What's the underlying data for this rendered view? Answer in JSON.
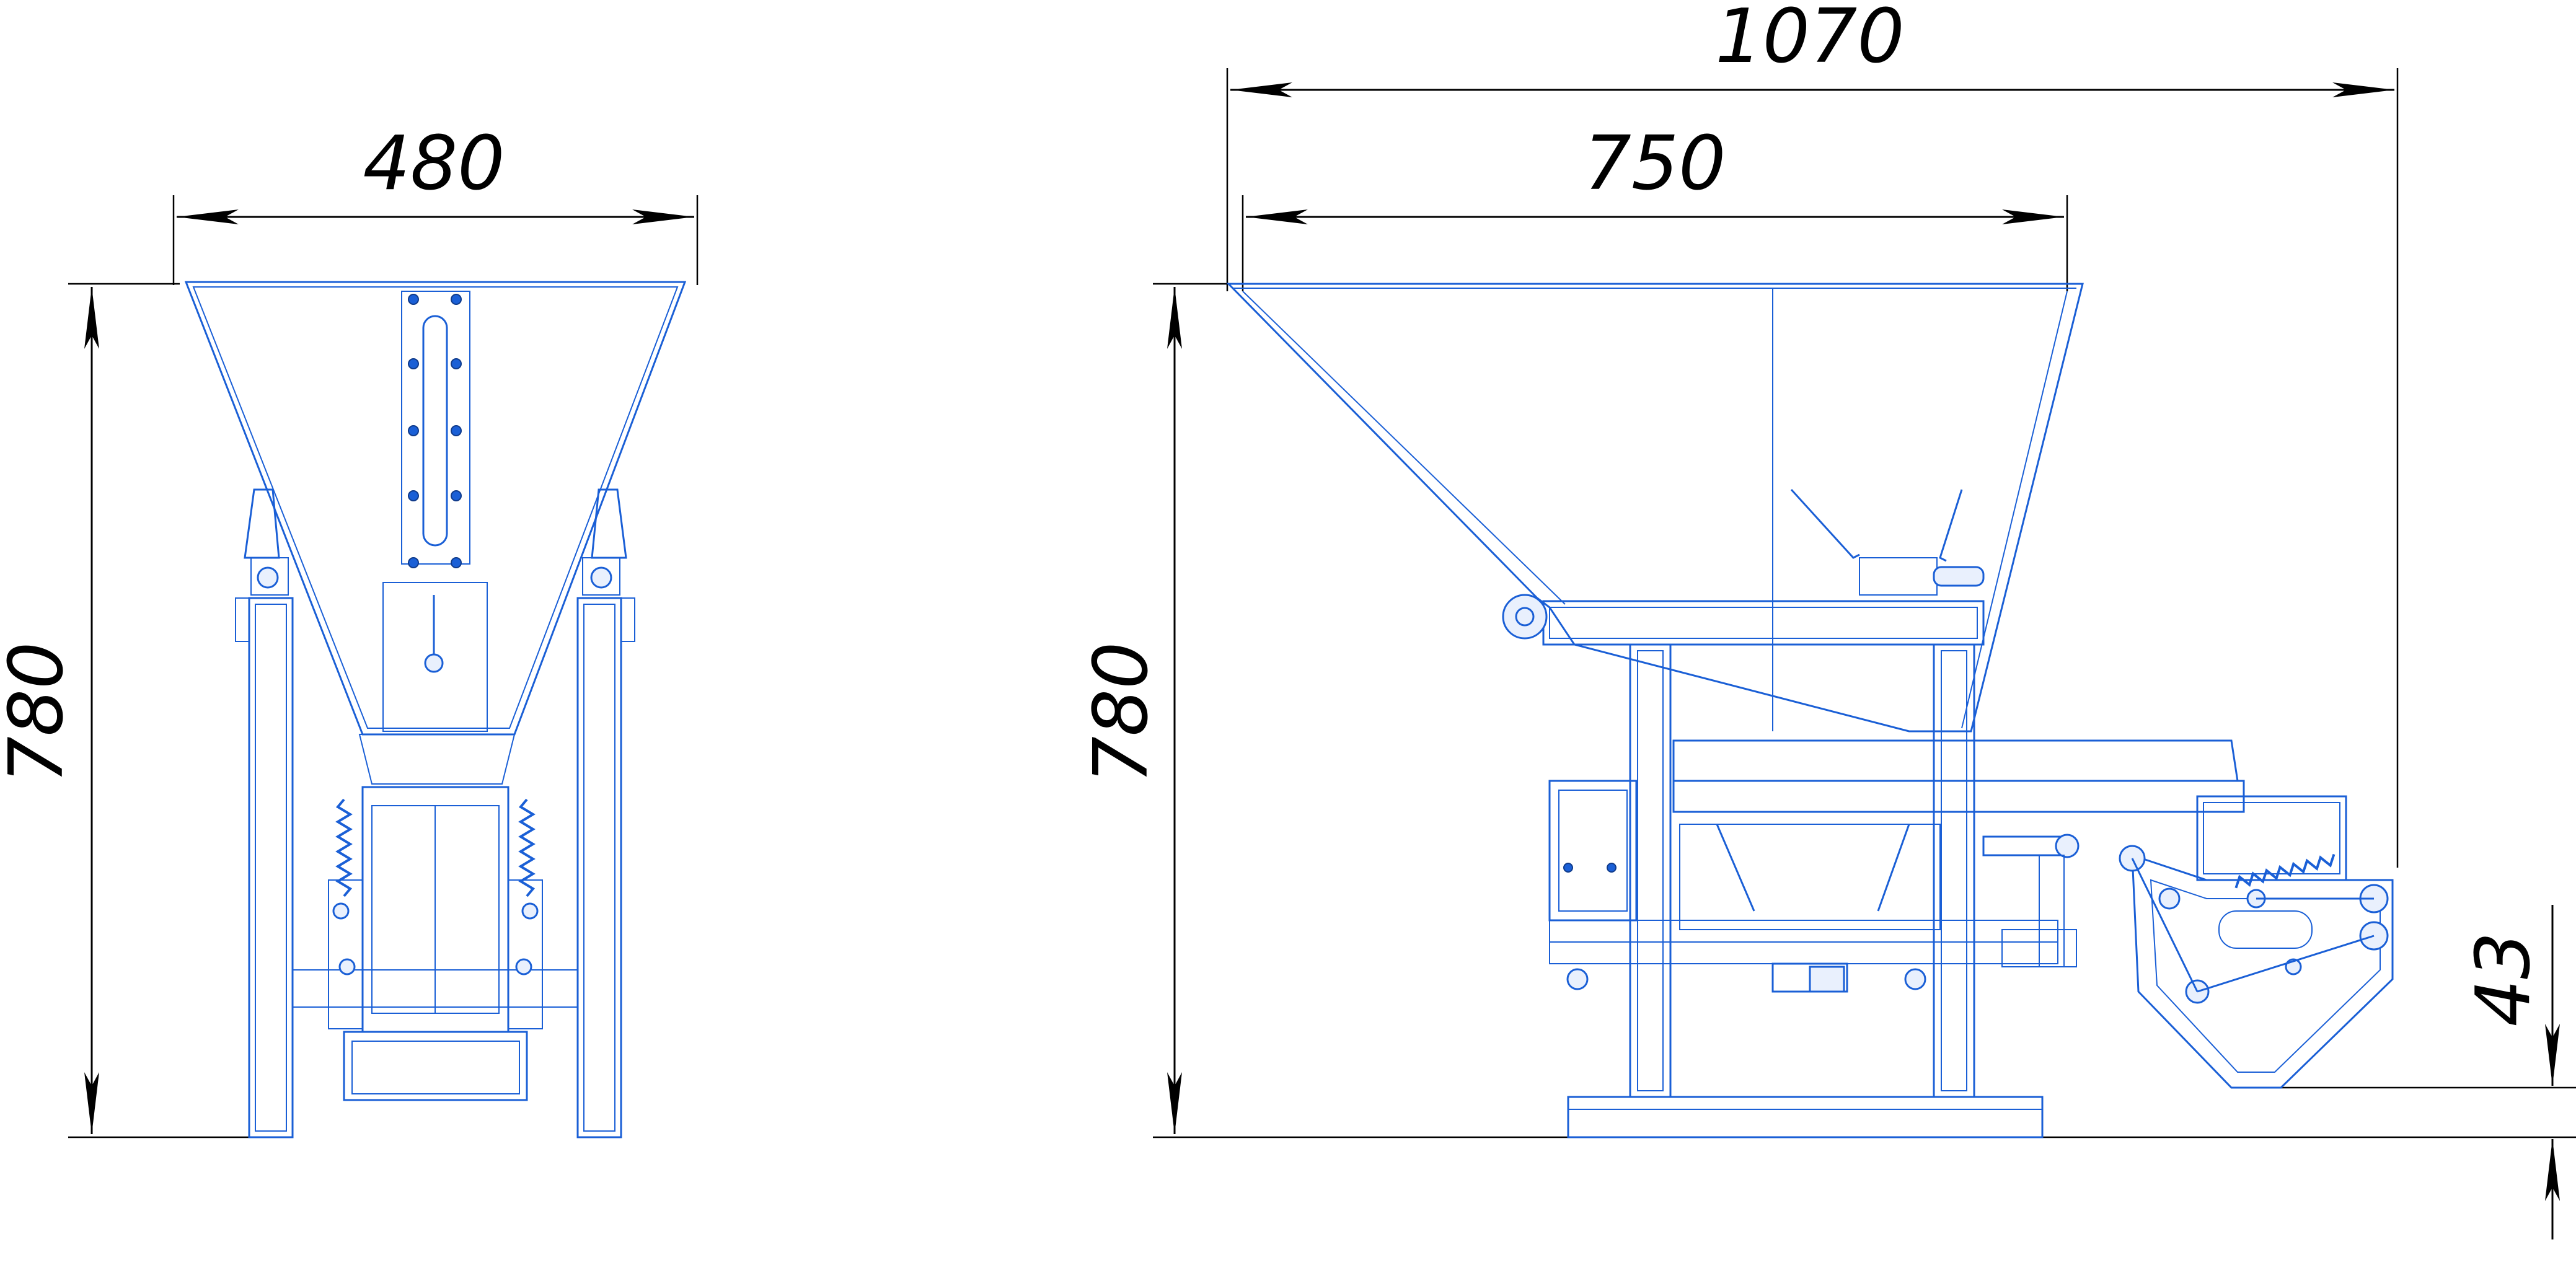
{
  "dimensions": {
    "front_width": "480",
    "front_height": "780",
    "side_overall_length": "1070",
    "side_hopper_length": "750",
    "side_height": "780",
    "side_ground_clearance": "43"
  },
  "colors": {
    "part_stroke": "#1a5fd6",
    "dimension_stroke": "#000000",
    "background": "#ffffff"
  }
}
